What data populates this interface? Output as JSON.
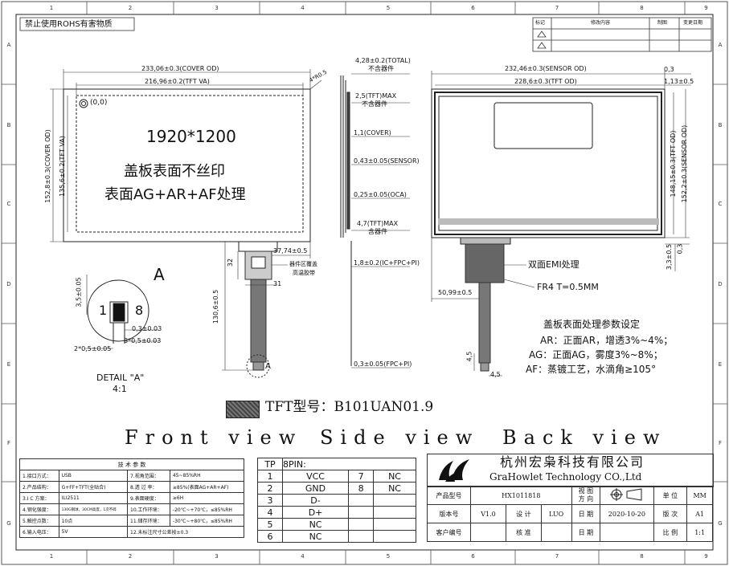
{
  "grid": {
    "cols": [
      "1",
      "2",
      "3",
      "4",
      "5",
      "6",
      "7",
      "8",
      "9"
    ],
    "rows": [
      "A",
      "B",
      "C",
      "D",
      "E",
      "F",
      "G"
    ]
  },
  "header": {
    "notice": "禁止使用ROHS有害物质",
    "revision": {
      "col_mark": "标记",
      "col_content": "修改内容",
      "col_maker": "制图",
      "col_date": "变更日期"
    }
  },
  "front": {
    "dim_cover_od_w": "233,06±0.3(COVER OD)",
    "dim_tft_va_w": "216,96±0.2(TFT VA)",
    "radius": "4*R0.5",
    "origin": "(0,0)",
    "resolution": "1920*1200",
    "note_line1": "盖板表面不丝印",
    "note_line2": "表面AG+AR+AF处理",
    "dim_cover_od_h": "152,8±0.3(COVER OD)",
    "dim_tft_va_h": "135,6±0.2(TFT VA)",
    "dim_fpc_offset": "37,74±0.5",
    "dim_32": "32",
    "dim_31": "31",
    "fpc_note_1": "器件区覆盖",
    "fpc_note_2": "高温胶带",
    "dim_fpc_len": "130,6±0.5",
    "detail_ref": "A"
  },
  "detail": {
    "label": "A",
    "pin1": "1",
    "pin8": "8",
    "dim_35": "3,5±0.05",
    "dim_03": "0,3±0.03",
    "dim_pitch": "8*0,5±0.03",
    "dim_2x": "2*0,5±0.05",
    "title": "DETAIL \"A\"",
    "scale": "4:1"
  },
  "side": {
    "total": "4,28±0.2(TOTAL)",
    "total_sub": "不含器件",
    "tft_max": "2,5(TFT)MAX",
    "tft_max_sub": "不含器件",
    "cover": "1,1(COVER)",
    "sensor": "0,43±0.05(SENSOR)",
    "oca": "0,25±0.05(OCA)",
    "tft_max2": "4,7(TFT)MAX",
    "tft_max2_sub": "含器件",
    "ic": "1,8±0.2(IC+FPC+PI)",
    "fpc": "0,3±0.05(FPC+PI)"
  },
  "back": {
    "sensor_od_w": "232,46±0.3(SENSOR OD)",
    "tft_od_w": "228,6±0.3(TFT OD)",
    "d03": "0,3",
    "d113": "1,13±0.5",
    "tft_od_h": "148,15±0.3(TFT OD)",
    "sensor_od_h": "152,2±0.3(SENSOR OD)",
    "d33": "3,3±0.5",
    "d03b": "0,3",
    "emi": "双面EMI处理",
    "fr4": "FR4 T=0.5MM",
    "d5099": "50,99±0.5",
    "d45a": "4,5",
    "d45b": "4,5"
  },
  "surface": {
    "title": "盖板表面处理参数设定",
    "ar": "AR：正面AR，增透3%~4%；",
    "ag": "AG：正面AG，雾度3%~8%；",
    "af": "AF：蒸镀工艺，水滴角≥105°"
  },
  "tft_model": "TFT型号：B101UAN01.9",
  "view_labels": {
    "front": "Front view",
    "side": "Side view",
    "back": "Back view"
  },
  "spec": {
    "title": "技 术 参 数",
    "rows": [
      [
        "1.接口方式：",
        "USB",
        "7.视角范围：",
        "45~85%RH"
      ],
      [
        "2.产品结构：",
        "G+FF+TFT(全贴合)",
        "8.透 过 率：",
        "≥85%(表面AG+AR+AF)"
      ],
      [
        "3.I C 方案：",
        "ILI2511",
        "9.表面硬度：",
        "≥6H"
      ],
      [
        "4.钢化强度：",
        "130G钢球，30CM高度，1次不碎",
        "10.工作环境：",
        "-20℃~+70℃，≤85%RH"
      ],
      [
        "5.触控点数：",
        "10点",
        "11.储存环境：",
        "-30℃~+80℃，≤85%RH"
      ],
      [
        "6.输入电压：",
        "5V",
        "12.未标注尺寸公差按±0.3",
        ""
      ]
    ]
  },
  "pins": {
    "h1": "TP",
    "h2": "8PIN:",
    "rows": [
      [
        "1",
        "VCC",
        "7",
        "NC"
      ],
      [
        "2",
        "GND",
        "8",
        "NC"
      ],
      [
        "3",
        "D-",
        "",
        ""
      ],
      [
        "4",
        "D+",
        "",
        ""
      ],
      [
        "5",
        "NC",
        "",
        ""
      ],
      [
        "6",
        "NC",
        "",
        ""
      ]
    ]
  },
  "title_block": {
    "company_cn": "杭州宏枭科技有限公司",
    "company_en": "GraHowlet Technology CO.,Ltd",
    "model_label": "产品型号",
    "model": "HX1011818",
    "view_dir": "视 图\n方 向",
    "unit_label": "单 位",
    "unit": "MM",
    "version_label": "版本号",
    "version": "V1.0",
    "design_label": "设 计",
    "designer": "LUO",
    "date_label": "日 期",
    "date": "2020-10-20",
    "rev_label": "版 次",
    "rev": "A1",
    "customer_label": "客户编号",
    "check_label": "核 准",
    "date_label2": "日 期",
    "scale_label": "比 例",
    "scale": "1:1"
  }
}
